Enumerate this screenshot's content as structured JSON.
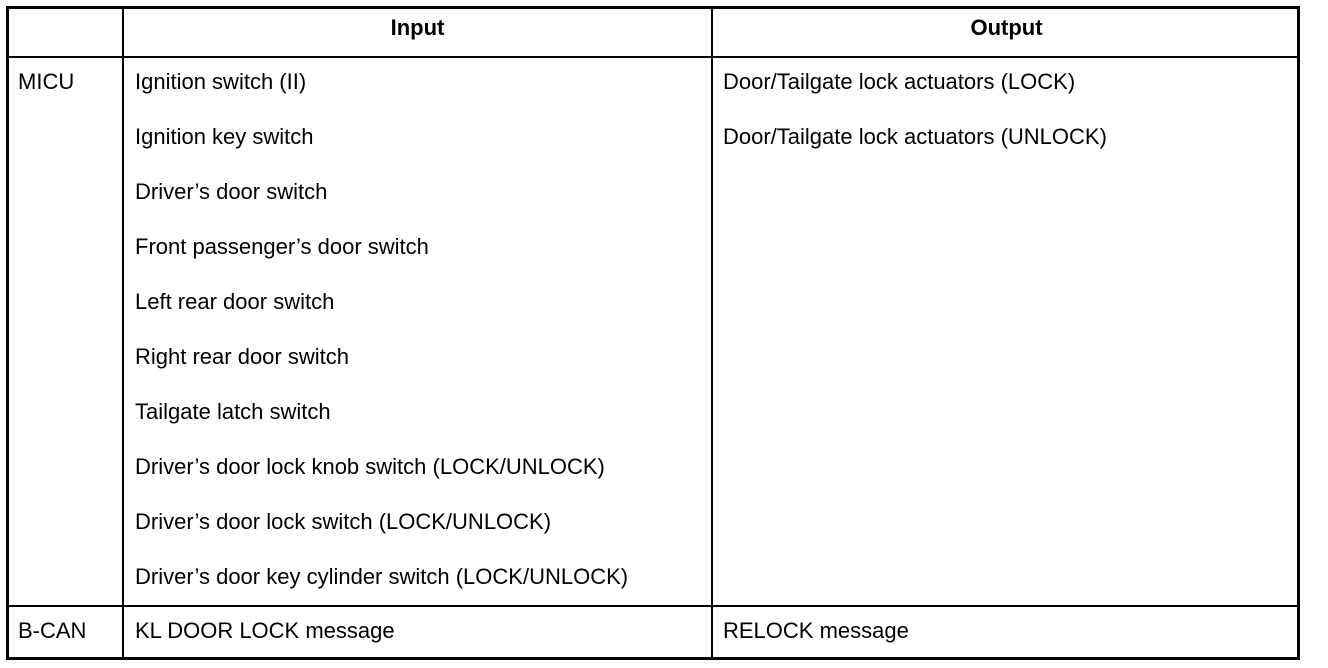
{
  "table": {
    "headers": [
      "",
      "Input",
      "Output"
    ],
    "rows": [
      {
        "module": "MICU",
        "inputs": [
          "Ignition switch (II)",
          "Ignition key switch",
          "Driver’s door switch",
          "Front passenger’s door switch",
          "Left rear door switch",
          "Right rear door switch",
          "Tailgate latch switch",
          "Driver’s door lock knob switch (LOCK/UNLOCK)",
          "Driver’s door lock switch (LOCK/UNLOCK)",
          "Driver’s door key cylinder switch (LOCK/UNLOCK)"
        ],
        "outputs": [
          "Door/Tailgate lock actuators (LOCK)",
          "Door/Tailgate lock actuators (UNLOCK)"
        ]
      },
      {
        "module": "B-CAN",
        "inputs": [
          "KL DOOR LOCK message"
        ],
        "outputs": [
          "RELOCK message"
        ]
      }
    ]
  }
}
